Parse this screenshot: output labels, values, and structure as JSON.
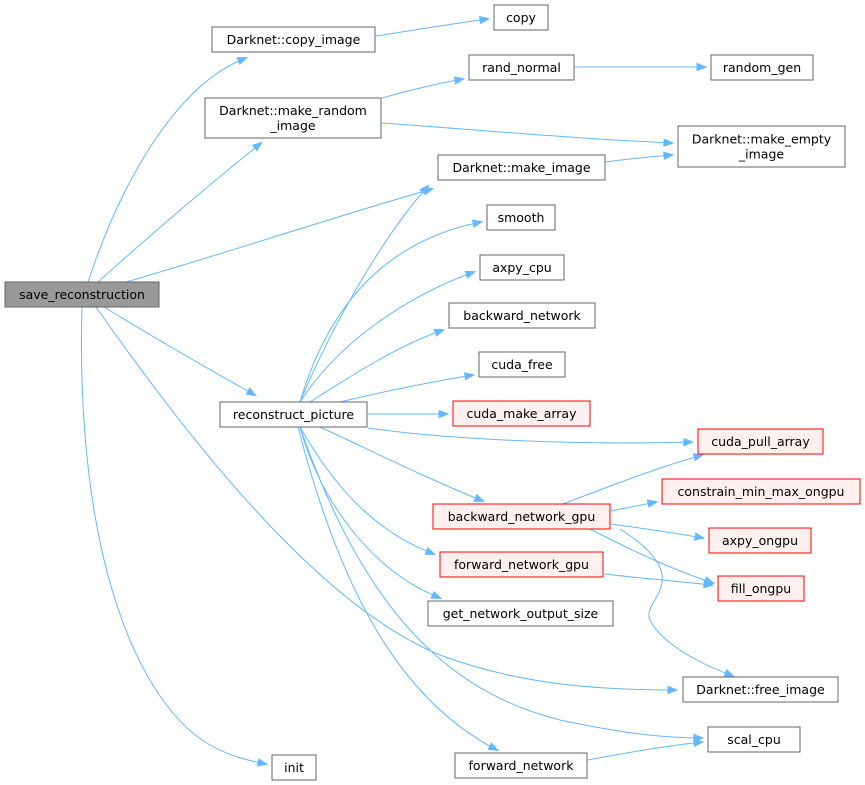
{
  "nodes": {
    "save_reconstruction": {
      "lines": [
        "save_reconstruction"
      ],
      "style": "root"
    },
    "copy_image": {
      "lines": [
        "Darknet::copy_image"
      ],
      "style": "normal"
    },
    "copy": {
      "lines": [
        "copy"
      ],
      "style": "normal"
    },
    "make_random_image": {
      "lines": [
        "Darknet::make_random",
        "_image"
      ],
      "style": "normal"
    },
    "rand_normal": {
      "lines": [
        "rand_normal"
      ],
      "style": "normal"
    },
    "random_gen": {
      "lines": [
        "random_gen"
      ],
      "style": "normal"
    },
    "make_empty_image": {
      "lines": [
        "Darknet::make_empty",
        "_image"
      ],
      "style": "normal"
    },
    "make_image": {
      "lines": [
        "Darknet::make_image"
      ],
      "style": "normal"
    },
    "smooth": {
      "lines": [
        "smooth"
      ],
      "style": "normal"
    },
    "axpy_cpu": {
      "lines": [
        "axpy_cpu"
      ],
      "style": "normal"
    },
    "backward_network": {
      "lines": [
        "backward_network"
      ],
      "style": "normal"
    },
    "cuda_free": {
      "lines": [
        "cuda_free"
      ],
      "style": "normal"
    },
    "reconstruct_picture": {
      "lines": [
        "reconstruct_picture"
      ],
      "style": "normal"
    },
    "cuda_make_array": {
      "lines": [
        "cuda_make_array"
      ],
      "style": "truncated"
    },
    "cuda_pull_array": {
      "lines": [
        "cuda_pull_array"
      ],
      "style": "truncated"
    },
    "constrain_min_max_ongpu": {
      "lines": [
        "constrain_min_max_ongpu"
      ],
      "style": "truncated"
    },
    "backward_network_gpu": {
      "lines": [
        "backward_network_gpu"
      ],
      "style": "truncated"
    },
    "axpy_ongpu": {
      "lines": [
        "axpy_ongpu"
      ],
      "style": "truncated"
    },
    "forward_network_gpu": {
      "lines": [
        "forward_network_gpu"
      ],
      "style": "truncated"
    },
    "fill_ongpu": {
      "lines": [
        "fill_ongpu"
      ],
      "style": "truncated"
    },
    "get_network_output_size": {
      "lines": [
        "get_network_output_size"
      ],
      "style": "normal"
    },
    "free_image": {
      "lines": [
        "Darknet::free_image"
      ],
      "style": "normal"
    },
    "scal_cpu": {
      "lines": [
        "scal_cpu"
      ],
      "style": "normal"
    },
    "forward_network": {
      "lines": [
        "forward_network"
      ],
      "style": "normal"
    },
    "init": {
      "lines": [
        "init"
      ],
      "style": "normal"
    }
  },
  "edges": [
    [
      "save_reconstruction",
      "copy_image"
    ],
    [
      "save_reconstruction",
      "make_random_image"
    ],
    [
      "save_reconstruction",
      "make_image"
    ],
    [
      "save_reconstruction",
      "reconstruct_picture"
    ],
    [
      "save_reconstruction",
      "free_image"
    ],
    [
      "save_reconstruction",
      "init"
    ],
    [
      "copy_image",
      "copy"
    ],
    [
      "make_random_image",
      "rand_normal"
    ],
    [
      "make_random_image",
      "make_empty_image"
    ],
    [
      "rand_normal",
      "random_gen"
    ],
    [
      "make_image",
      "make_empty_image"
    ],
    [
      "reconstruct_picture",
      "make_image"
    ],
    [
      "reconstruct_picture",
      "smooth"
    ],
    [
      "reconstruct_picture",
      "axpy_cpu"
    ],
    [
      "reconstruct_picture",
      "backward_network"
    ],
    [
      "reconstruct_picture",
      "cuda_free"
    ],
    [
      "reconstruct_picture",
      "cuda_make_array"
    ],
    [
      "reconstruct_picture",
      "cuda_pull_array"
    ],
    [
      "reconstruct_picture",
      "backward_network_gpu"
    ],
    [
      "reconstruct_picture",
      "forward_network_gpu"
    ],
    [
      "reconstruct_picture",
      "get_network_output_size"
    ],
    [
      "reconstruct_picture",
      "scal_cpu"
    ],
    [
      "reconstruct_picture",
      "forward_network"
    ],
    [
      "backward_network_gpu",
      "cuda_pull_array"
    ],
    [
      "backward_network_gpu",
      "constrain_min_max_ongpu"
    ],
    [
      "backward_network_gpu",
      "axpy_ongpu"
    ],
    [
      "backward_network_gpu",
      "fill_ongpu"
    ],
    [
      "backward_network_gpu",
      "free_image"
    ],
    [
      "forward_network_gpu",
      "fill_ongpu"
    ],
    [
      "forward_network",
      "scal_cpu"
    ]
  ],
  "colors": {
    "edge": "#63b8ff",
    "root_fill": "#999999",
    "root_border": "#666666",
    "normal_fill": "#ffffff",
    "normal_border": "#666666",
    "truncated_fill": "#fff0f0",
    "truncated_border": "#ff0000"
  }
}
